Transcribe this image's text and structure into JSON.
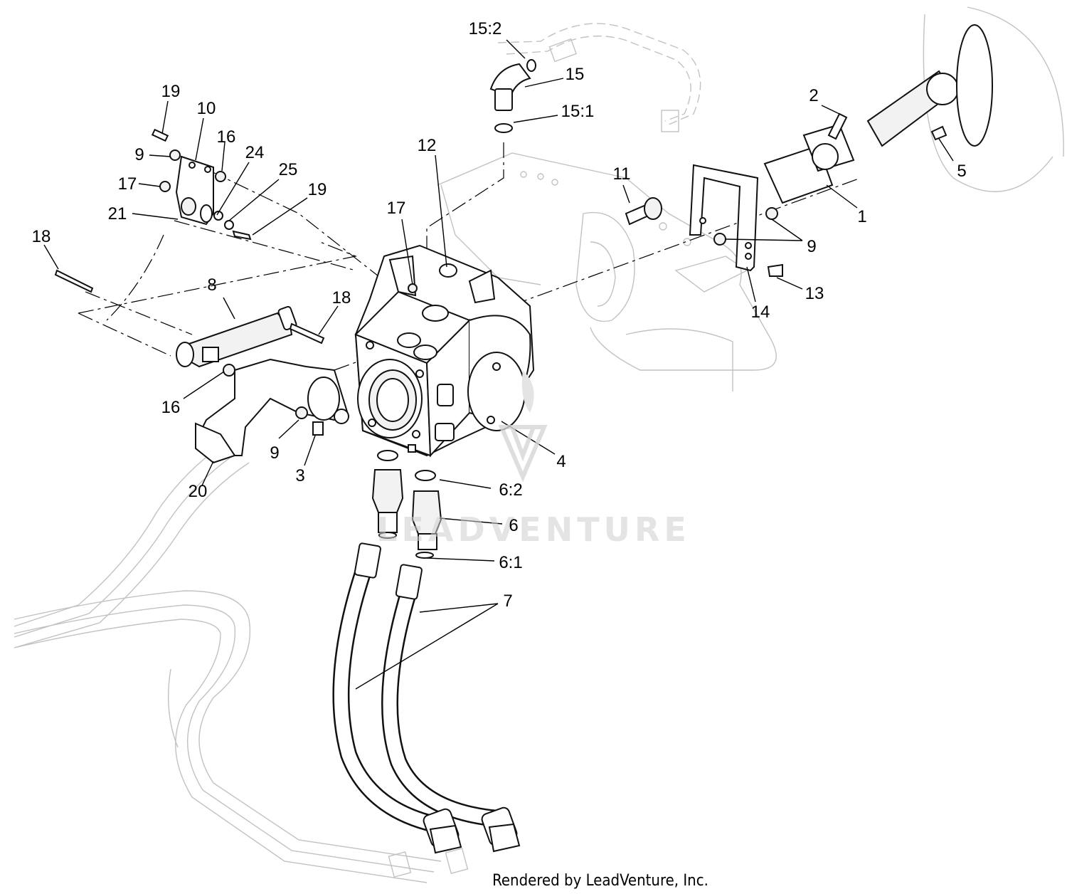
{
  "diagram": {
    "watermark": "LEADVENTURE",
    "footer": "Rendered by LeadVenture, Inc.",
    "callouts": [
      "15:2",
      "15",
      "15:1",
      "2",
      "5",
      "1",
      "12",
      "11",
      "17",
      "9",
      "13",
      "14",
      "19",
      "10",
      "16",
      "24",
      "25",
      "19",
      "9",
      "17",
      "21",
      "18",
      "8",
      "18",
      "16",
      "9",
      "3",
      "20",
      "4",
      "6:2",
      "6",
      "6:1",
      "7"
    ]
  }
}
